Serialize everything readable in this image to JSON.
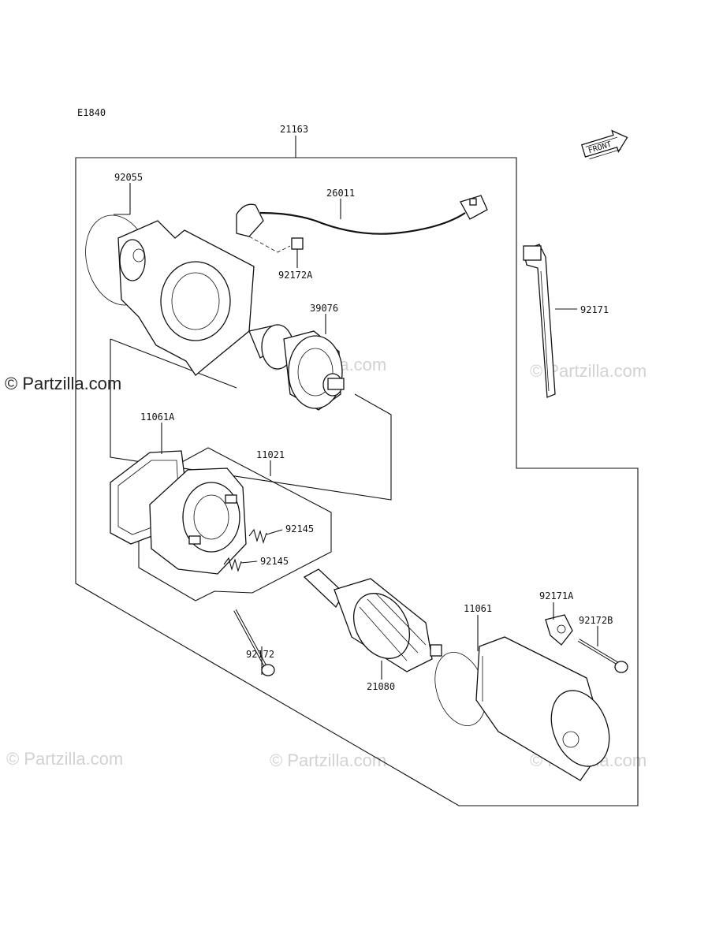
{
  "diagram_code": "E1840",
  "front_label": "FRONT",
  "watermarks": {
    "light": "© Partzilla.com",
    "dark": "© Partzilla.com"
  },
  "part_labels": {
    "assembly_starter_motor": "21163",
    "o_ring_92055": "92055",
    "lead_26011": "26011",
    "bolt_92172A": "92172A",
    "starter_clutch_39076": "39076",
    "band_92171": "92171",
    "gasket_11061A": "11061A",
    "brush_holder_11021": "11021",
    "spring_92145_upper": "92145",
    "spring_92145_lower": "92145",
    "bolt_92172": "92172",
    "armature_21080": "21080",
    "gasket_11061": "11061",
    "clamp_92171A": "92171A",
    "bolt_92172B": "92172B"
  }
}
